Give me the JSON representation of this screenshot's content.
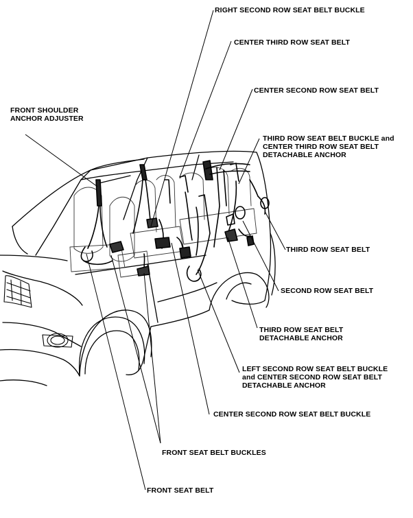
{
  "labels": {
    "right_second_row_buckle": "RIGHT SECOND ROW SEAT BELT BUCKLE",
    "center_third_row_belt": "CENTER THIRD ROW SEAT BELT",
    "center_second_row_belt": "CENTER SECOND ROW SEAT BELT",
    "front_shoulder_adjuster": [
      "FRONT SHOULDER",
      "ANCHOR ADJUSTER"
    ],
    "third_row_buckle_anchor": [
      "THIRD ROW SEAT BELT BUCKLE and",
      "CENTER THIRD ROW SEAT BELT",
      "DETACHABLE ANCHOR"
    ],
    "third_row_belt": "THIRD ROW SEAT BELT",
    "second_row_belt": "SECOND ROW SEAT BELT",
    "third_row_detachable_anchor": [
      "THIRD ROW SEAT BELT",
      "DETACHABLE ANCHOR"
    ],
    "left_second_row_buckle_anchor": [
      "LEFT SECOND ROW SEAT BELT BUCKLE",
      "and CENTER SECOND ROW SEAT BELT",
      "DETACHABLE ANCHOR"
    ],
    "center_second_row_buckle": "CENTER SECOND ROW SEAT BELT BUCKLE",
    "front_buckles": "FRONT SEAT BELT BUCKLES",
    "front_belt": "FRONT SEAT BELT"
  }
}
